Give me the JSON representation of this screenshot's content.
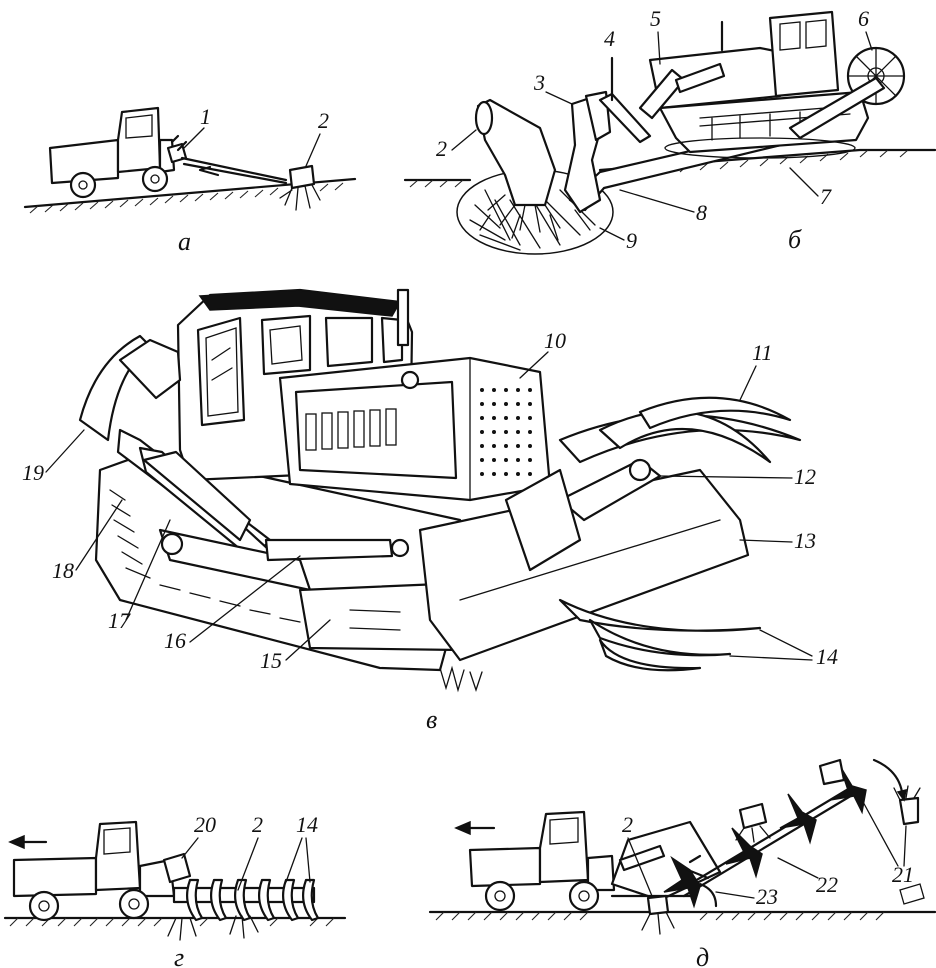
{
  "figure": {
    "panel_captions": {
      "a": "а",
      "b": "б",
      "v": "в",
      "g": "г",
      "d": "д"
    },
    "callouts": {
      "n1": "1",
      "n2": "2",
      "n3": "3",
      "n4": "4",
      "n5": "5",
      "n6": "6",
      "n7": "7",
      "n8": "8",
      "n9": "9",
      "n10": "10",
      "n11": "11",
      "n12": "12",
      "n13": "13",
      "n14": "14",
      "n15": "15",
      "n16": "16",
      "n17": "17",
      "n18": "18",
      "n19": "19",
      "n20": "20",
      "n21": "21",
      "n22": "22",
      "n23": "23"
    }
  }
}
